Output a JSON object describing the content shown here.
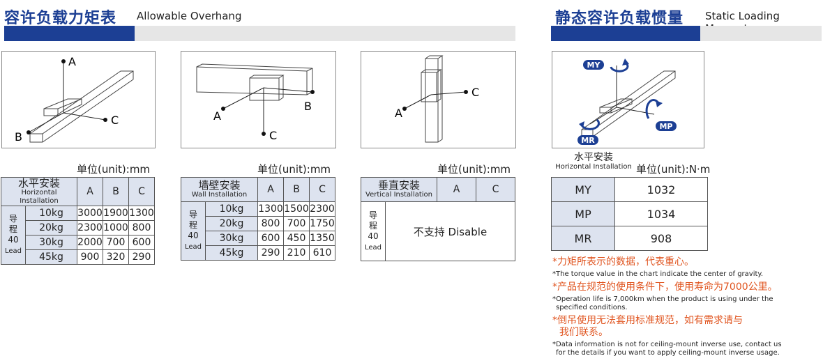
{
  "left_section": {
    "title_zh": "容许负载力矩表",
    "title_en": "Allowable Overhang"
  },
  "right_section": {
    "title_zh": "静态容许负载惯量",
    "title_en": "Static Loading Moment"
  },
  "diagram_labels": {
    "a": "A",
    "b": "B",
    "c": "C"
  },
  "moment_labels": {
    "my": "MY",
    "mp": "MP",
    "mr": "MR"
  },
  "unit_mm": "单位(unit):mm",
  "unit_nm": "单位(unit):N·m",
  "lead": {
    "zh": "导程",
    "num": "40",
    "en": "Lead"
  },
  "horizontal_table": {
    "header_zh": "水平安装",
    "header_en": "Horizontal Installation",
    "cols": [
      "A",
      "B",
      "C"
    ],
    "rows": [
      {
        "load": "10kg",
        "a": "3000",
        "b": "1900",
        "c": "1300"
      },
      {
        "load": "20kg",
        "a": "2300",
        "b": "1000",
        "c": "800"
      },
      {
        "load": "30kg",
        "a": "2000",
        "b": "700",
        "c": "600"
      },
      {
        "load": "45kg",
        "a": "900",
        "b": "320",
        "c": "290"
      }
    ]
  },
  "wall_table": {
    "header_zh": "墙壁安装",
    "header_en": "Wall Installation",
    "cols": [
      "A",
      "B",
      "C"
    ],
    "rows": [
      {
        "load": "10kg",
        "a": "1300",
        "b": "1500",
        "c": "2300"
      },
      {
        "load": "20kg",
        "a": "800",
        "b": "700",
        "c": "1750"
      },
      {
        "load": "30kg",
        "a": "600",
        "b": "450",
        "c": "1350"
      },
      {
        "load": "45kg",
        "a": "290",
        "b": "210",
        "c": "610"
      }
    ]
  },
  "vertical_table": {
    "header_zh": "垂直安装",
    "header_en": "Vertical Installation",
    "cols": [
      "A",
      "C"
    ],
    "disable_text": "不支持 Disable"
  },
  "moment_table": {
    "caption_zh": "水平安装",
    "caption_en": "Horizontal Installation",
    "rows": [
      {
        "key": "MY",
        "value": "1032"
      },
      {
        "key": "MP",
        "value": "1034"
      },
      {
        "key": "MR",
        "value": "908"
      }
    ]
  },
  "notes": [
    {
      "zh": "*力矩所表示的数据，代表重心。",
      "en": "*The torque value in the chart indicate the center of gravity."
    },
    {
      "zh": "*产品在规范的使用条件下，使用寿命为7000公里。",
      "en": "*Operation life is 7,000km when the product is using under the",
      "en2": "specified conditions."
    },
    {
      "zh": "*倒吊使用无法套用标准规范，如有需求请与",
      "zh2": "我们联系。",
      "en": "*Data information is not for ceiling-mount inverse use, contact us",
      "en2": "for the details if you want to apply ceiling-mount inverse usage."
    }
  ]
}
